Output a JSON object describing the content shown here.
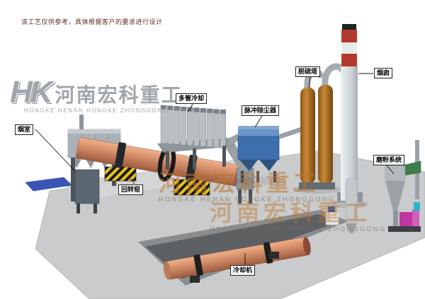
{
  "page": {
    "disclaimer": "该工艺仅供参考，具体根据客户的要求进行设计"
  },
  "logo": {
    "monogram": "HK",
    "company_cn": "河南宏科重工",
    "company_en": "HONGKE HENAN HONGKE ZHONGGONG"
  },
  "watermark": {
    "company_cn": "河南宏科重工",
    "company_en": "HONGKE HENAN HONGKE ZHONGGONG"
  },
  "equipment_labels": {
    "smoke_chamber": "烟室",
    "rotary_kiln": "回转窑",
    "multi_tube_cooler": "多管冷却",
    "pulse_dust_collector": "脉冲除尘器",
    "desulfurization_tower": "脱硫塔",
    "chimney": "烟囱",
    "grinding_system": "磨粉系统",
    "cooling_machine": "冷却机"
  },
  "colors": {
    "kiln_shell": "#d08a66",
    "dust_collector": "#3f6fae",
    "desulfurization_tower": "#c98a36",
    "chimney_band": "#b23a2c",
    "hazard_yellow": "#e8c31e",
    "watermark": "#ba742c",
    "platform": "#c9cbcc",
    "foundation_panel": "#3a55b8"
  }
}
